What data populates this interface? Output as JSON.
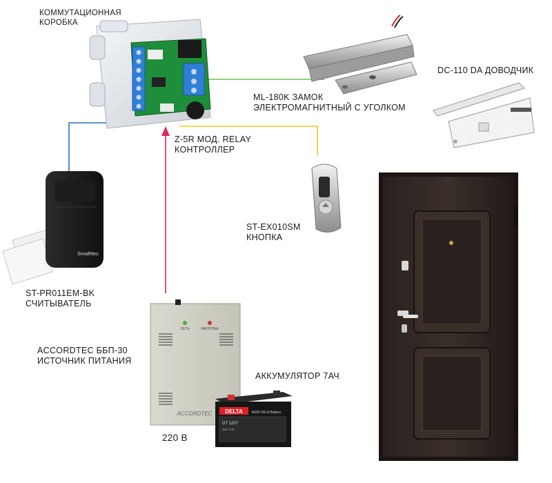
{
  "labels": {
    "junction_box": [
      "КОММУТАЦИОННАЯ",
      "КОРОБКА"
    ],
    "lock": [
      "ML-180K ЗАМОК",
      "ЭЛЕКТРОМАГНИТНЫЙ С УГОЛКОМ"
    ],
    "closer": "DC-110 DA ДОВОДЧИК",
    "controller": [
      "Z-5R МОД. RELAY",
      "КОНТРОЛЛЕР"
    ],
    "button": [
      "ST-EX010SM",
      "КНОПКА"
    ],
    "reader": [
      "ST-PR011EM-BK",
      "СЧИТЫВАТЕЛЬ"
    ],
    "psu": [
      "ACCORDTEC ББП-30",
      "ИСТОЧНИК ПИТАНИЯ"
    ],
    "battery": "АККУМУЛЯТОР 7АЧ",
    "mains": "220 В"
  },
  "device_text": {
    "reader_brand": "SmaRtec",
    "psu_brand": "ACCORDTEC",
    "psu_led_1": "СЕТЬ",
    "psu_led_2": "НАГРУЗКА",
    "battery_brand": "DELTA",
    "battery_model": "DT 1207",
    "battery_sub": "12V 7Ah",
    "battery_type": "AGM VRLA Battery"
  },
  "colors": {
    "wire_green": "#6cc04a",
    "wire_blue": "#2c6fb3",
    "wire_yellow": "#f2c81c",
    "wire_red": "#e0245e",
    "door": "#2f2622"
  }
}
